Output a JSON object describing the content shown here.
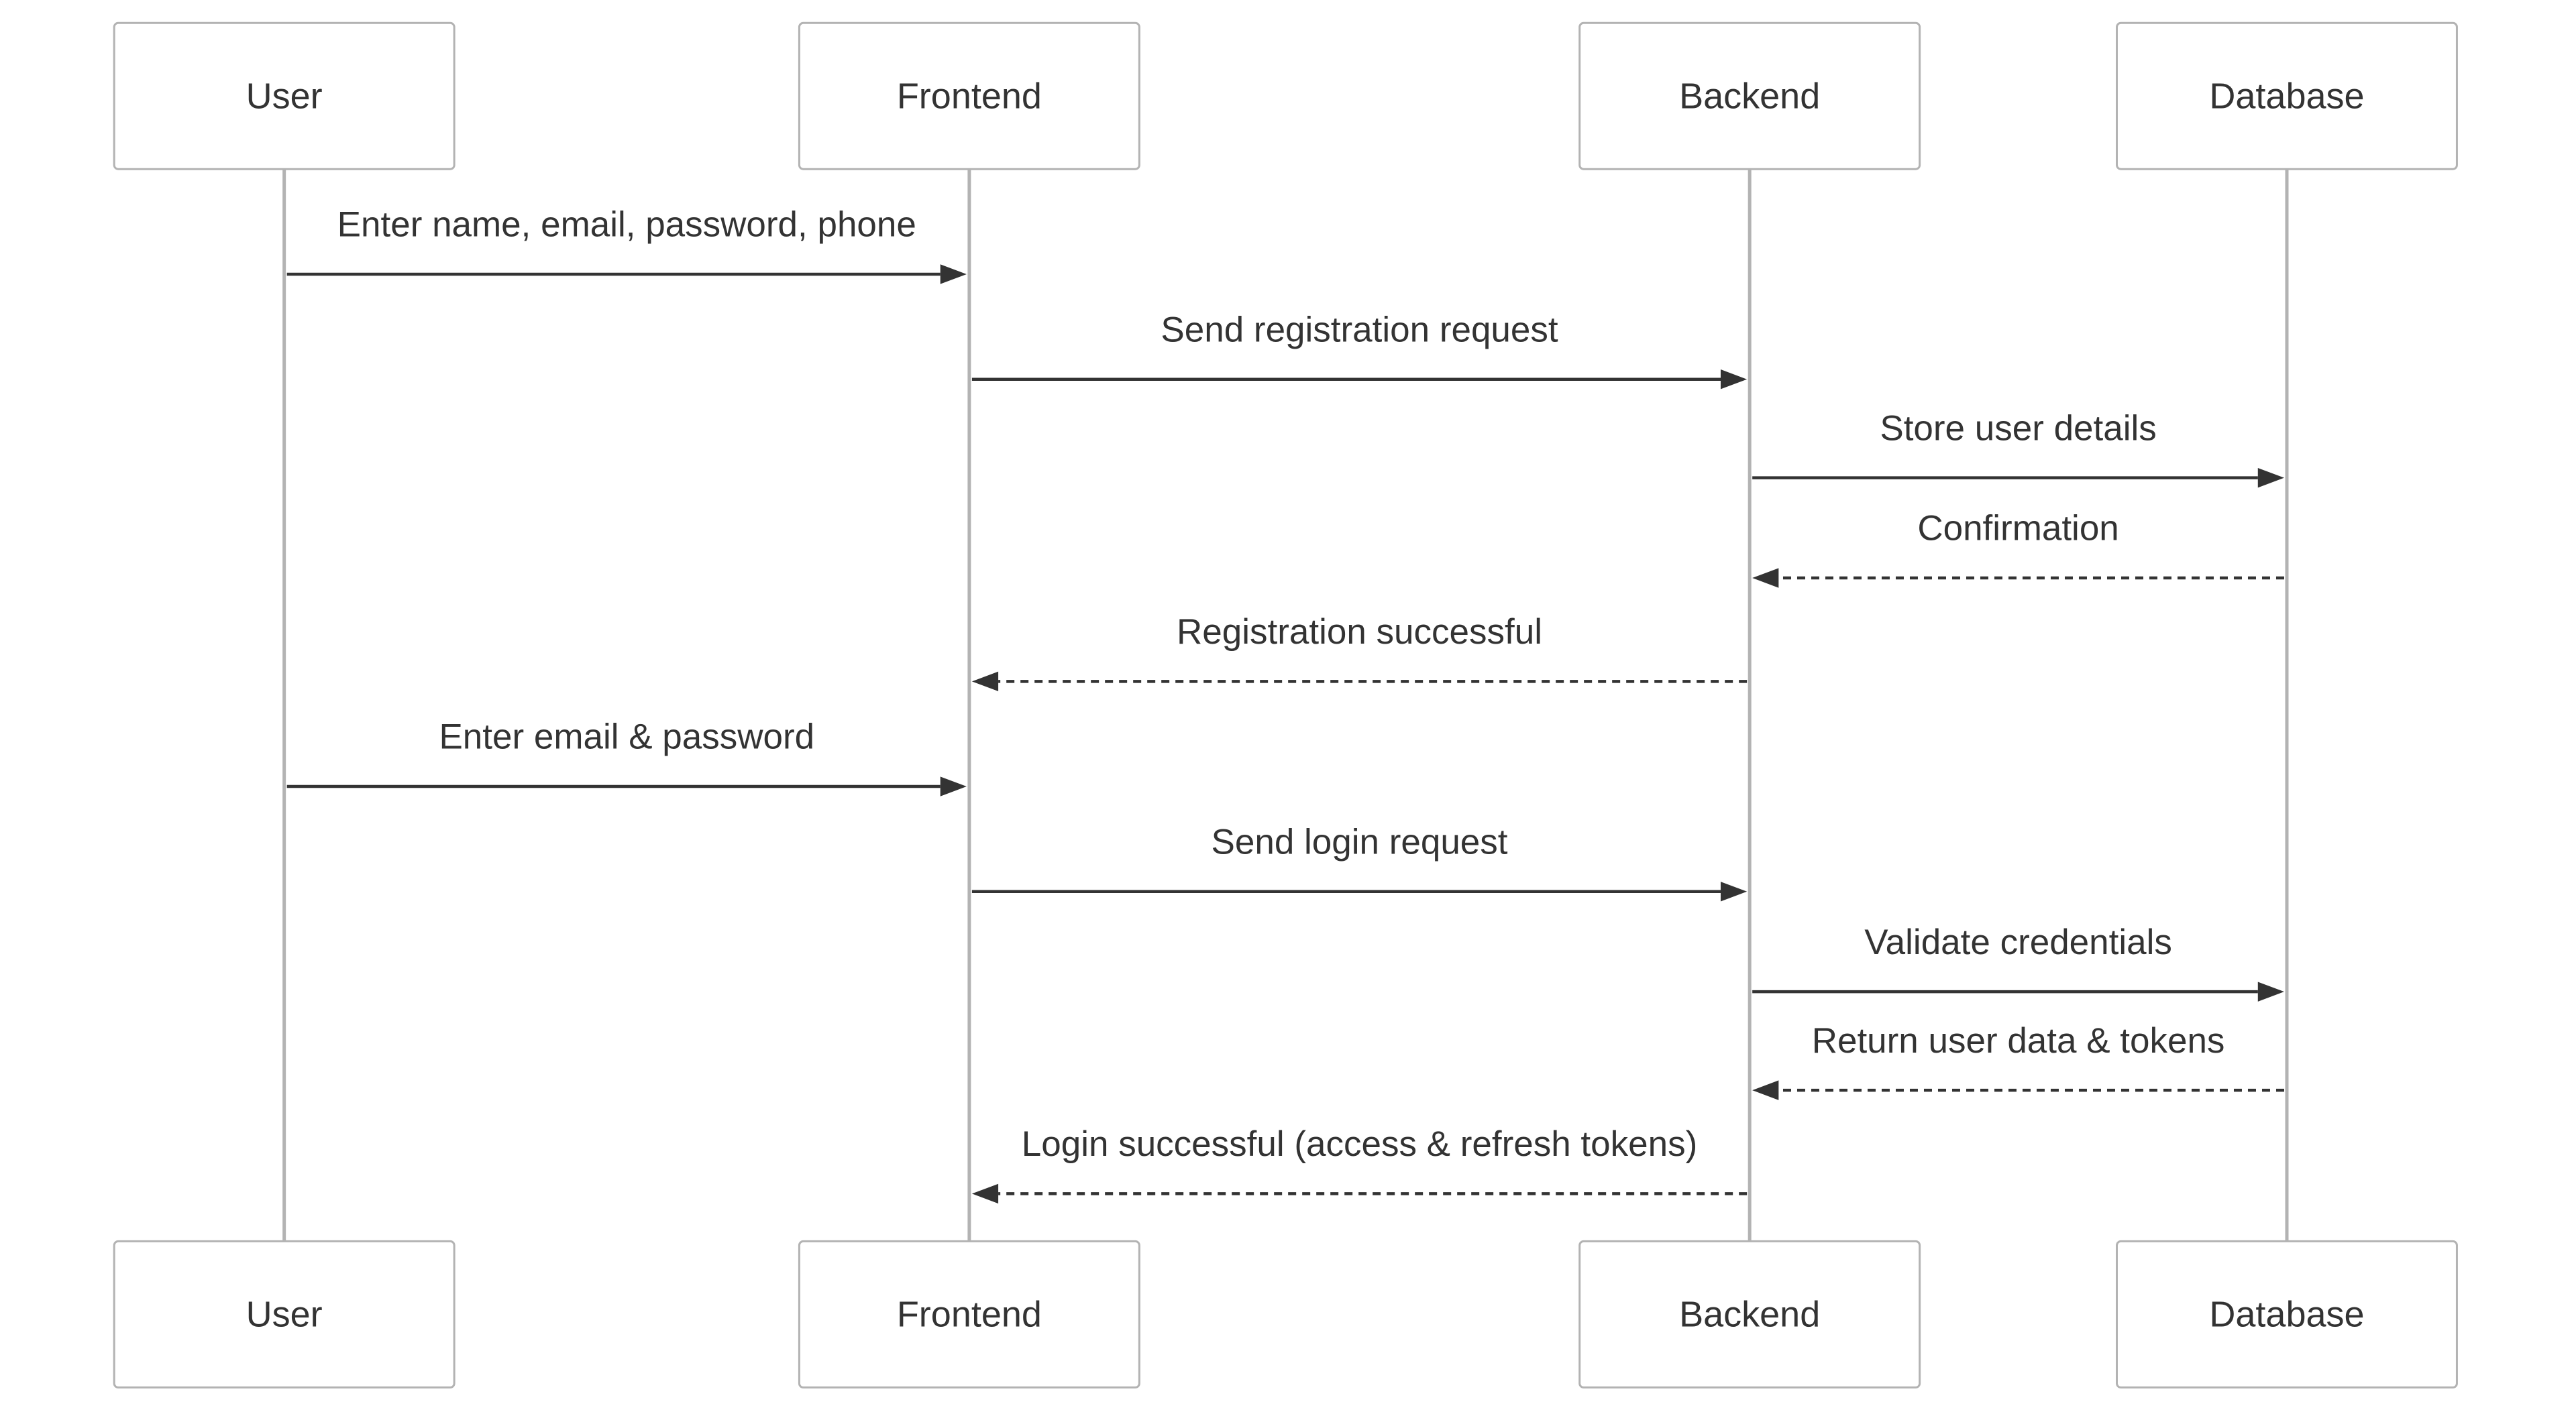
{
  "participants": [
    {
      "id": "user",
      "label": "User"
    },
    {
      "id": "frontend",
      "label": "Frontend"
    },
    {
      "id": "backend",
      "label": "Backend"
    },
    {
      "id": "database",
      "label": "Database"
    }
  ],
  "messages": [
    {
      "from": "user",
      "to": "frontend",
      "label": "Enter name, email, password, phone",
      "style": "solid"
    },
    {
      "from": "frontend",
      "to": "backend",
      "label": "Send registration request",
      "style": "solid"
    },
    {
      "from": "backend",
      "to": "database",
      "label": "Store user details",
      "style": "solid"
    },
    {
      "from": "database",
      "to": "backend",
      "label": "Confirmation",
      "style": "dashed"
    },
    {
      "from": "backend",
      "to": "frontend",
      "label": "Registration successful",
      "style": "dashed"
    },
    {
      "from": "user",
      "to": "frontend",
      "label": "Enter email & password",
      "style": "solid"
    },
    {
      "from": "frontend",
      "to": "backend",
      "label": "Send login request",
      "style": "solid"
    },
    {
      "from": "backend",
      "to": "database",
      "label": "Validate credentials",
      "style": "solid"
    },
    {
      "from": "database",
      "to": "backend",
      "label": "Return user data & tokens",
      "style": "dashed"
    },
    {
      "from": "backend",
      "to": "frontend",
      "label": "Login successful (access & refresh tokens)",
      "style": "dashed"
    }
  ]
}
